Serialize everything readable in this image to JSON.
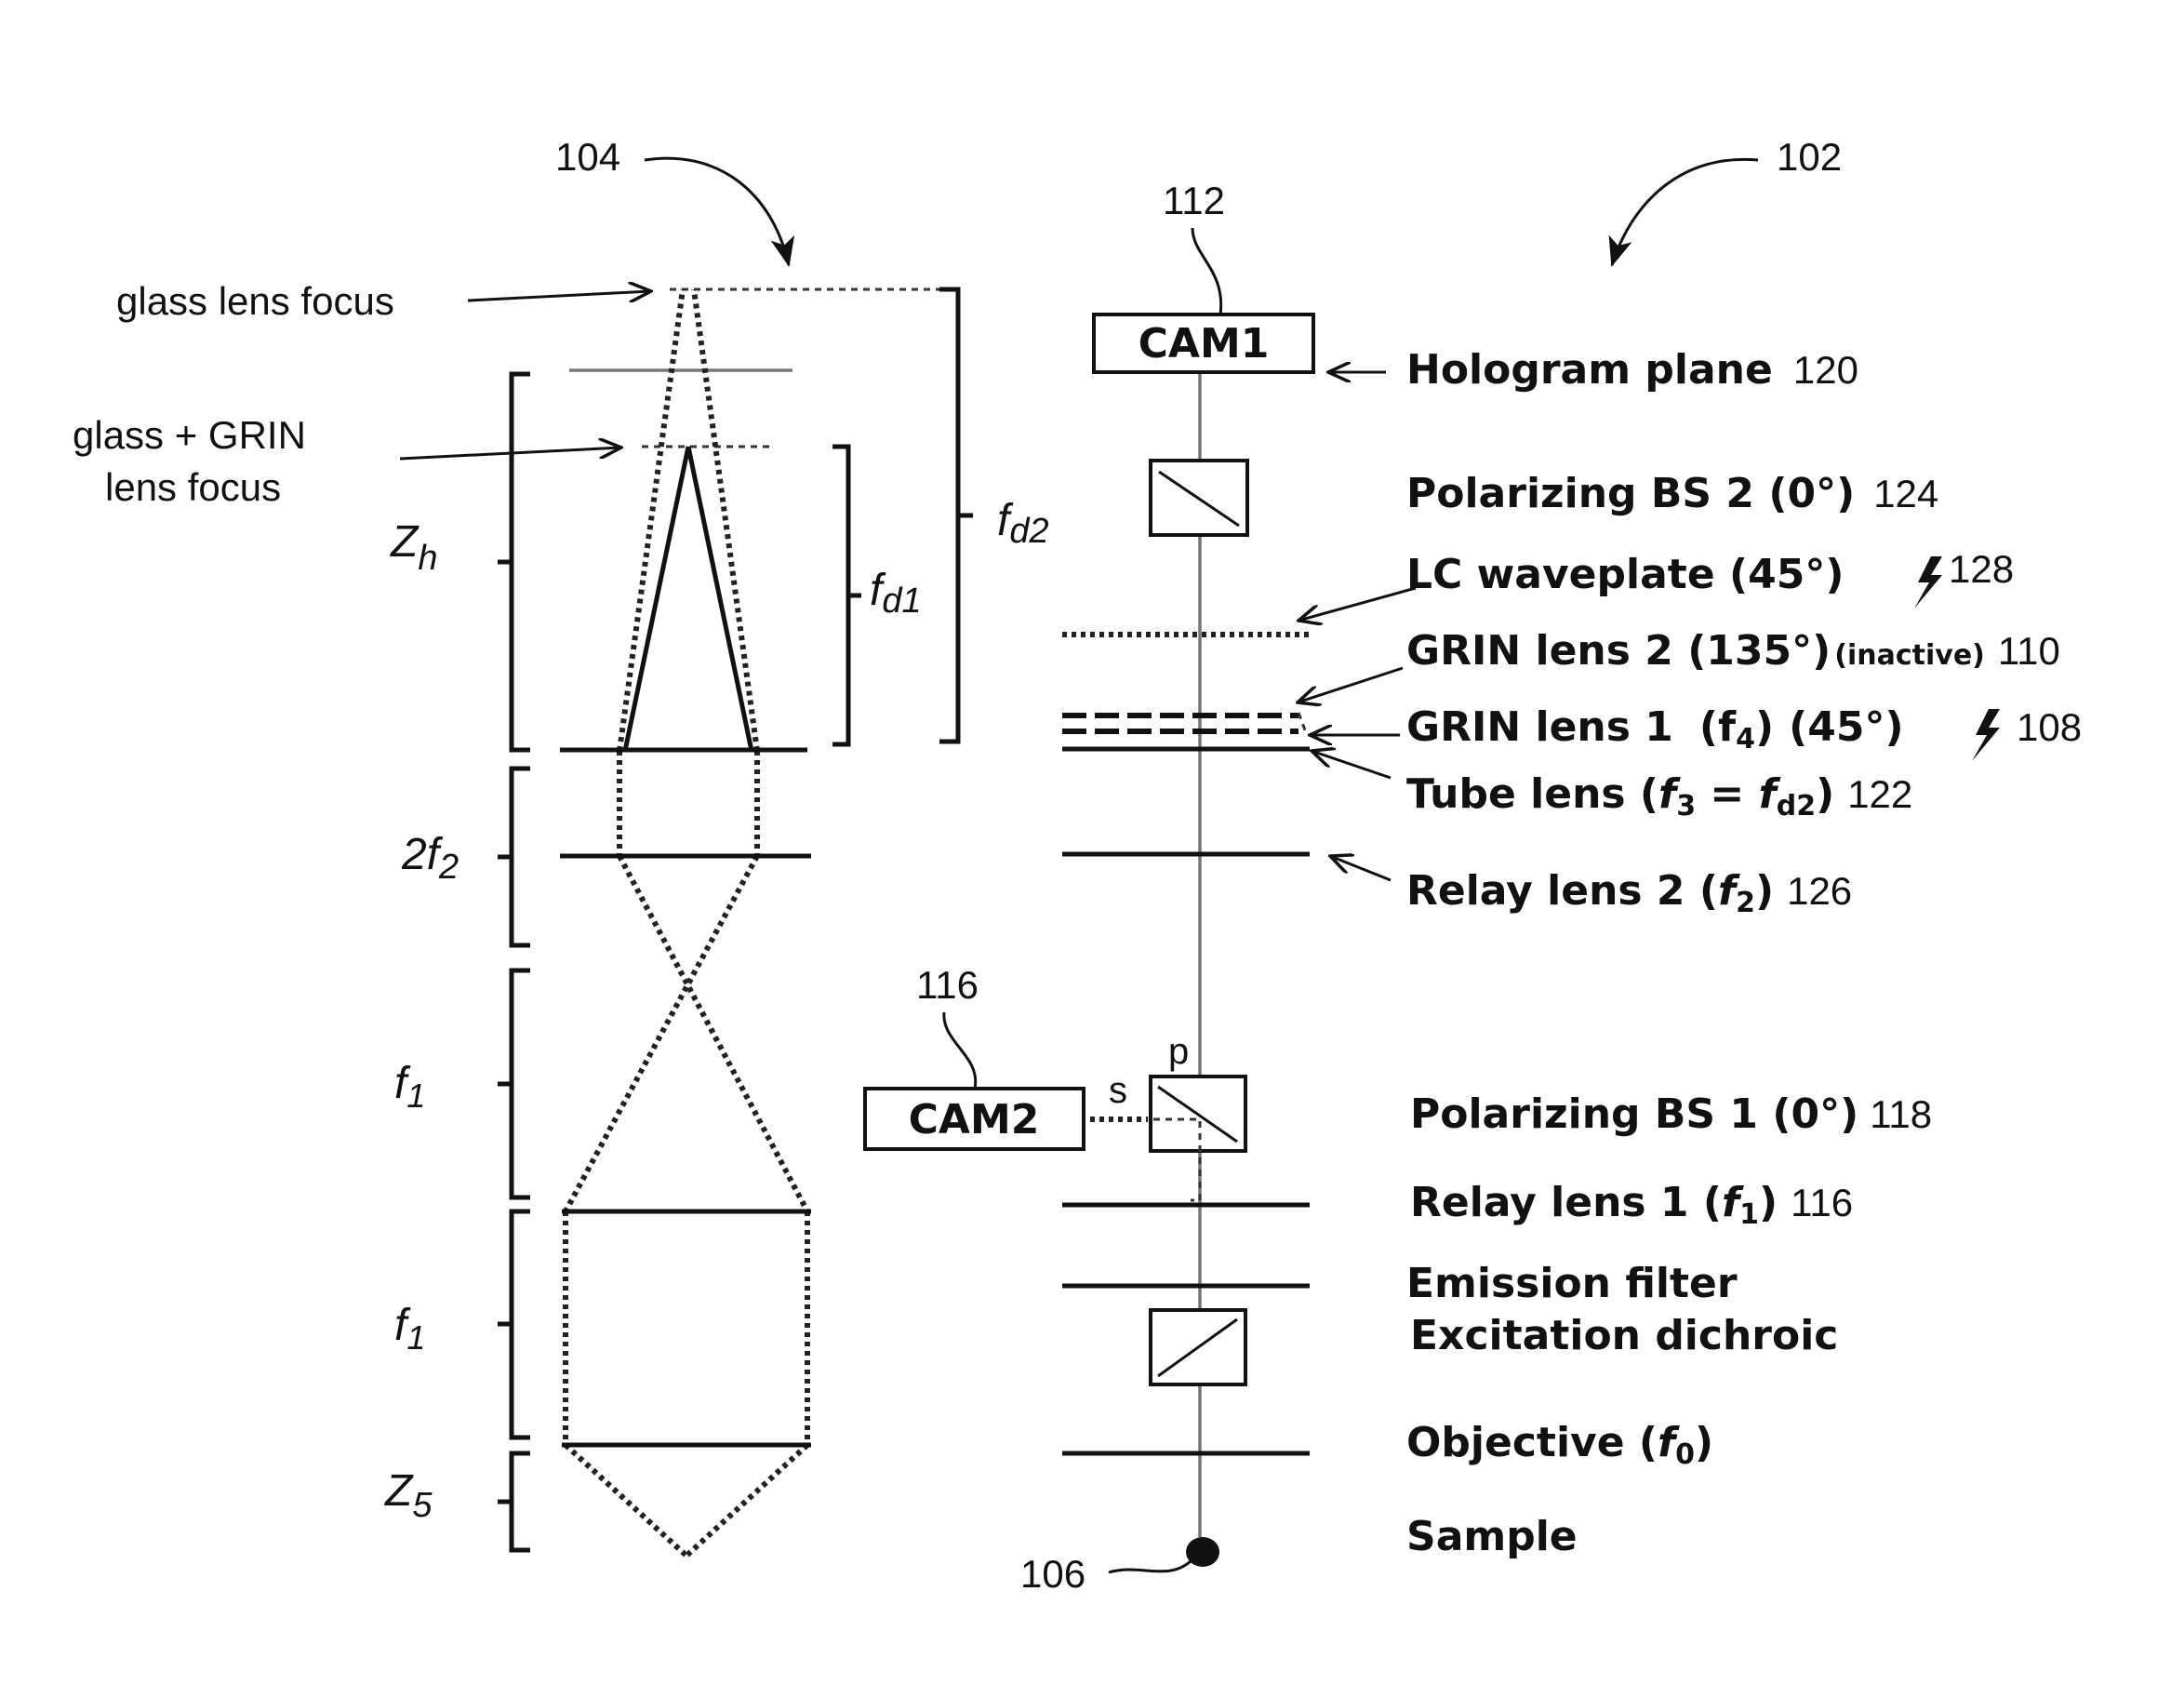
{
  "refs": {
    "r104": "104",
    "r102": "102",
    "r112": "112",
    "r116top": "116",
    "r106": "106"
  },
  "cameras": {
    "cam1": "CAM1",
    "cam2": "CAM2"
  },
  "beam_split": {
    "s": "s",
    "p": "p"
  },
  "left_notes": {
    "glass_focus": "glass lens focus",
    "grin_focus_line1": "glass + GRIN",
    "grin_focus_line2": "lens focus"
  },
  "dimensions": {
    "zh_base": "Z",
    "zh_sub": "h",
    "fd1_base": "f",
    "fd1_sub": "d1",
    "fd2_base": "f",
    "fd2_sub": "d2",
    "twof2_base": "2f",
    "twof2_sub": "2",
    "f1a_base": "f",
    "f1a_sub": "1",
    "f1b_base": "f",
    "f1b_sub": "1",
    "z5_base": "Z",
    "z5_sub": "5"
  },
  "components": [
    {
      "label": "Hologram plane",
      "ref": "120"
    },
    {
      "label": "Polarizing BS 2 (0°)",
      "ref": "124"
    },
    {
      "label": "LC waveplate (45°)",
      "ref": "128",
      "icon": "lightning-icon"
    },
    {
      "label": "GRIN lens 2 (135°)",
      "qualifier": "(inactive)",
      "ref": "110"
    },
    {
      "label": "GRIN lens 1",
      "focal": "(f",
      "focal_sub": "4",
      "focal_close": ")",
      "angle": "(45°)",
      "ref": "108",
      "icon": "lightning-icon"
    },
    {
      "label": "Tube lens (",
      "focal": "f",
      "focal_sub": "3",
      "eq": " = ",
      "focal2": "f",
      "focal2_sub": "d2",
      "close": ")",
      "ref": "122"
    },
    {
      "label": "Relay lens 2 (",
      "focal": "f",
      "focal_sub": "2",
      "close": ")",
      "ref": "126"
    },
    {
      "label": "Polarizing BS 1 (0°)",
      "ref": "118"
    },
    {
      "label": "Relay lens 1 (",
      "focal": "f",
      "focal_sub": "1",
      "close": ")",
      "ref": "116"
    },
    {
      "label": "Emission filter"
    },
    {
      "label": "Excitation dichroic"
    },
    {
      "label": "Objective (",
      "focal": "f",
      "focal_sub": "0",
      "close": ")"
    },
    {
      "label": "Sample"
    }
  ]
}
